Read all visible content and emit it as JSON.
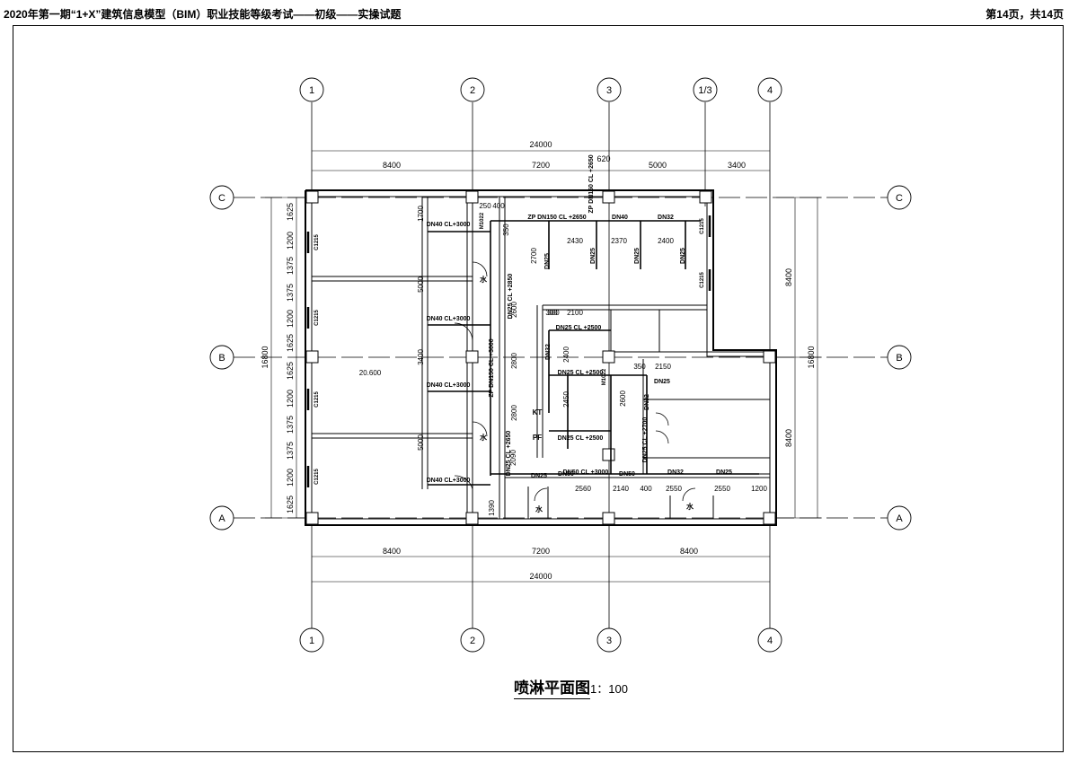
{
  "header": {
    "left": "2020年第一期“1+X”建筑信息模型（BIM）职业技能等级考试——初级——实操试题",
    "right": "第14页，共14页"
  },
  "drawing": {
    "title": "喷淋平面图",
    "scale": "1：100"
  },
  "grid_labels": {
    "top": [
      "1",
      "2",
      "3",
      "1/3",
      "4"
    ],
    "bottom": [
      "1",
      "2",
      "3",
      "4"
    ],
    "left": [
      "C",
      "B",
      "A"
    ],
    "right": [
      "C",
      "B",
      "A"
    ]
  },
  "dimensions": {
    "top_total": "24000",
    "top_bays": [
      "8400",
      "7200",
      "620",
      "5000",
      "3400"
    ],
    "bottom_bays": [
      "8400",
      "7200",
      "8400"
    ],
    "bottom_total": "24000",
    "left_total": "16800",
    "left_segments": [
      "1625",
      "1200",
      "1375",
      "1375",
      "1200",
      "1625",
      "1625",
      "1200",
      "1375",
      "1375",
      "1200",
      "1625"
    ],
    "right_total": "16800",
    "right_segments": [
      "8400",
      "8400"
    ]
  },
  "annotations": {
    "pipes_dn40": [
      "DN40 CL+3000",
      "DN40 CL+3000",
      "DN40 CL+3000",
      "DN40 CL+3000"
    ],
    "zp_main_top": "ZP DN150 CL +2650",
    "zp_main_vert": "ZP DN150 CL +3000",
    "zp_riser": "ZP DN150 CL +2650",
    "dn_labels": [
      "DN40",
      "DN32",
      "DN25",
      "DN25",
      "DN25",
      "DN25",
      "DN32",
      "DN25",
      "DN32",
      "DN25",
      "DN50",
      "DN50",
      "DN32",
      "DN25"
    ],
    "cl_labels": [
      "DN25 CL +2500",
      "DN25 CL +2500",
      "DN25 CL +2500",
      "DN25 CL +2650",
      "DN25 CL +2850",
      "DN50 CL +3000",
      "DN25 CL +2700"
    ],
    "inner_dims": [
      "250",
      "400",
      "1700",
      "350",
      "2700",
      "300",
      "2430",
      "2370",
      "2400",
      "300",
      "2100",
      "2400",
      "350",
      "2150",
      "2450",
      "2600",
      "2800",
      "2800",
      "2560",
      "2140",
      "400",
      "2550",
      "2550",
      "1200",
      "1390",
      "2090",
      "5000",
      "3400",
      "5000",
      "2600"
    ],
    "elevation": "20.600",
    "equipment": [
      "水",
      "水",
      "水",
      "水",
      "KT",
      "PF"
    ],
    "windows": [
      "C1215",
      "C1215",
      "C1215",
      "C1215",
      "C1215",
      "C1215"
    ],
    "doors": [
      "M1022",
      "M1022"
    ]
  }
}
